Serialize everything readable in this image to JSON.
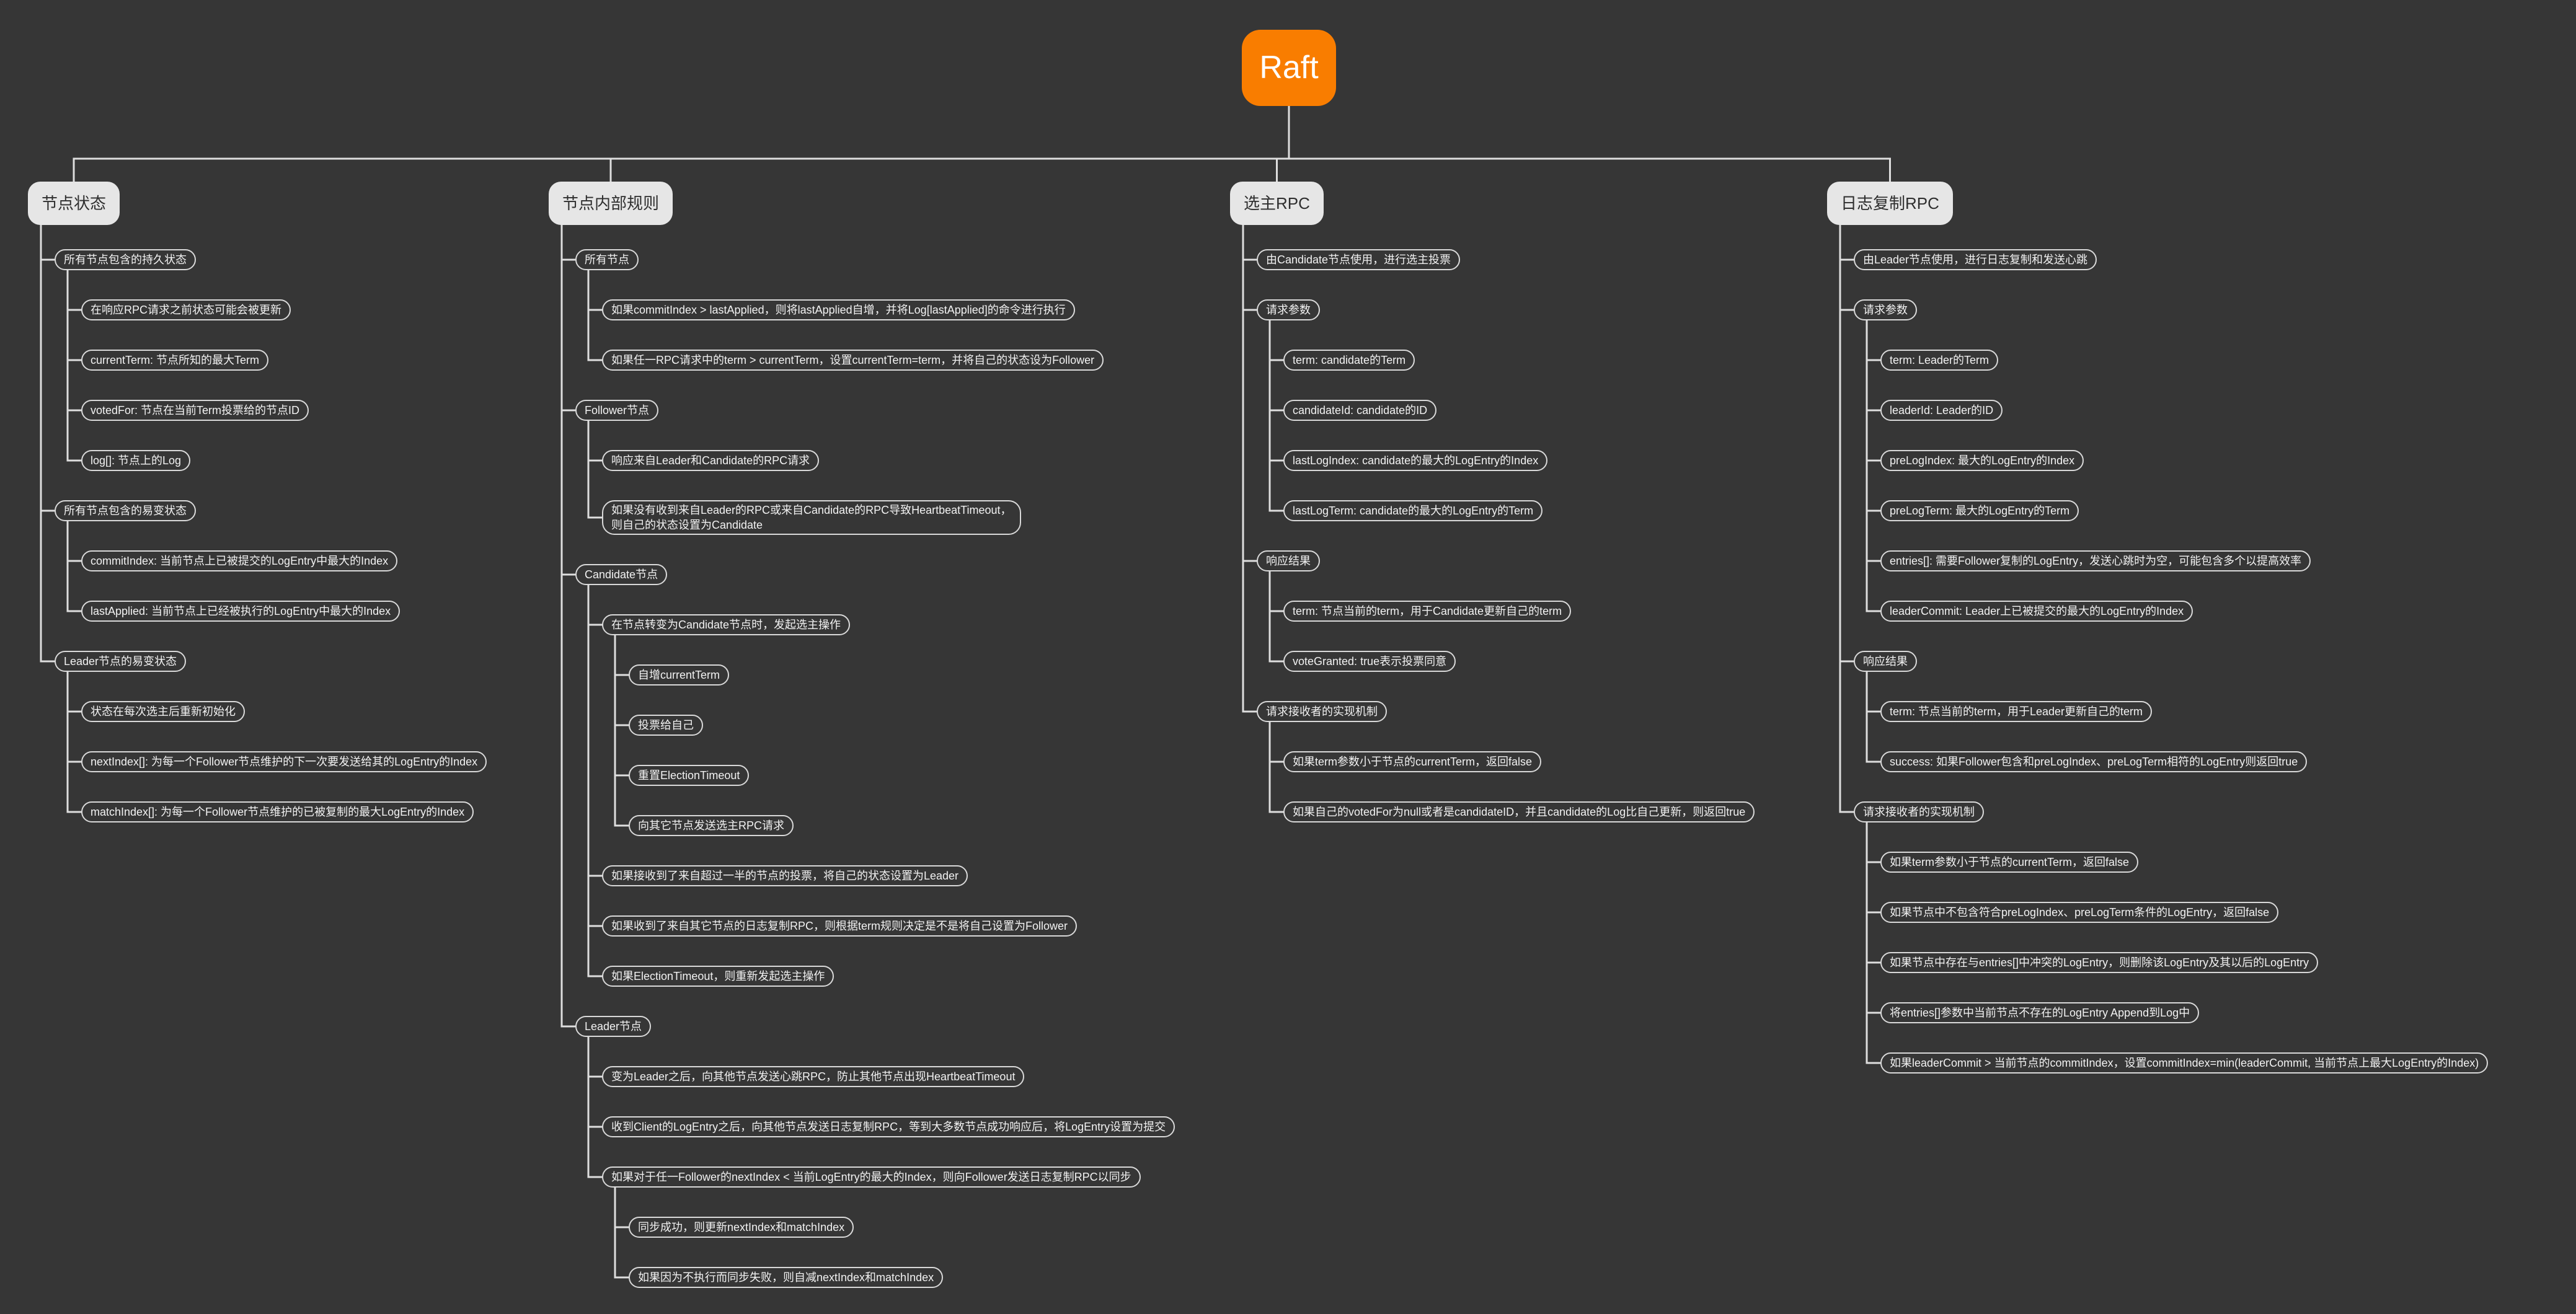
{
  "colors": {
    "background": "#363636",
    "root_fill": "#f97d00",
    "main_topic_fill": "#e6e6e6",
    "connector": "#dedede"
  },
  "root": {
    "label": "Raft"
  },
  "branches": [
    {
      "label": "节点状态",
      "children": [
        {
          "label": "所有节点包含的持久状态",
          "children": [
            {
              "label": "在响应RPC请求之前状态可能会被更新"
            },
            {
              "label": "currentTerm: 节点所知的最大Term"
            },
            {
              "label": "votedFor: 节点在当前Term投票给的节点ID"
            },
            {
              "label": "log[]: 节点上的Log"
            }
          ]
        },
        {
          "label": "所有节点包含的易变状态",
          "children": [
            {
              "label": "commitIndex: 当前节点上已被提交的LogEntry中最大的Index"
            },
            {
              "label": "lastApplied: 当前节点上已经被执行的LogEntry中最大的Index"
            }
          ]
        },
        {
          "label": "Leader节点的易变状态",
          "children": [
            {
              "label": "状态在每次选主后重新初始化"
            },
            {
              "label": "nextIndex[]: 为每一个Follower节点维护的下一次要发送给其的LogEntry的Index"
            },
            {
              "label": "matchIndex[]: 为每一个Follower节点维护的已被复制的最大LogEntry的Index"
            }
          ]
        }
      ]
    },
    {
      "label": "节点内部规则",
      "children": [
        {
          "label": "所有节点",
          "children": [
            {
              "label": "如果commitIndex > lastApplied，则将lastApplied自增，并将Log[lastApplied]的命令进行执行"
            },
            {
              "label": "如果任一RPC请求中的term > currentTerm，设置currentTerm=term，并将自己的状态设为Follower"
            }
          ]
        },
        {
          "label": "Follower节点",
          "children": [
            {
              "label": "响应来自Leader和Candidate的RPC请求"
            },
            {
              "label": "如果没有收到来自Leader的RPC或来自Candidate的RPC导致HeartbeatTimeout，\n则自己的状态设置为Candidate"
            }
          ]
        },
        {
          "label": "Candidate节点",
          "children": [
            {
              "label": "在节点转变为Candidate节点时，发起选主操作",
              "children": [
                {
                  "label": "自增currentTerm"
                },
                {
                  "label": "投票给自己"
                },
                {
                  "label": "重置ElectionTimeout"
                },
                {
                  "label": "向其它节点发送选主RPC请求"
                }
              ]
            },
            {
              "label": "如果接收到了来自超过一半的节点的投票，将自己的状态设置为Leader"
            },
            {
              "label": "如果收到了来自其它节点的日志复制RPC，则根据term规则决定是不是将自己设置为Follower"
            },
            {
              "label": "如果ElectionTimeout，则重新发起选主操作"
            }
          ]
        },
        {
          "label": "Leader节点",
          "children": [
            {
              "label": "变为Leader之后，向其他节点发送心跳RPC，防止其他节点出现HeartbeatTimeout"
            },
            {
              "label": "收到Client的LogEntry之后，向其他节点发送日志复制RPC，等到大多数节点成功响应后，将LogEntry设置为提交"
            },
            {
              "label": "如果对于任一Follower的nextIndex < 当前LogEntry的最大的Index，则向Follower发送日志复制RPC以同步",
              "children": [
                {
                  "label": "同步成功，则更新nextIndex和matchIndex"
                },
                {
                  "label": "如果因为不执行而同步失败，则自减nextIndex和matchIndex"
                }
              ]
            }
          ]
        }
      ]
    },
    {
      "label": "选主RPC",
      "children": [
        {
          "label": "由Candidate节点使用，进行选主投票"
        },
        {
          "label": "请求参数",
          "children": [
            {
              "label": "term: candidate的Term"
            },
            {
              "label": "candidateId: candidate的ID"
            },
            {
              "label": "lastLogIndex: candidate的最大的LogEntry的Index"
            },
            {
              "label": "lastLogTerm: candidate的最大的LogEntry的Term"
            }
          ]
        },
        {
          "label": "响应结果",
          "children": [
            {
              "label": "term: 节点当前的term，用于Candidate更新自己的term"
            },
            {
              "label": "voteGranted: true表示投票同意"
            }
          ]
        },
        {
          "label": "请求接收者的实现机制",
          "children": [
            {
              "label": "如果term参数小于节点的currentTerm，返回false"
            },
            {
              "label": "如果自己的votedFor为null或者是candidateID，并且candidate的Log比自己更新，则返回true"
            }
          ]
        }
      ]
    },
    {
      "label": "日志复制RPC",
      "children": [
        {
          "label": "由Leader节点使用，进行日志复制和发送心跳"
        },
        {
          "label": "请求参数",
          "children": [
            {
              "label": "term: Leader的Term"
            },
            {
              "label": "leaderId: Leader的ID"
            },
            {
              "label": "preLogIndex: 最大的LogEntry的Index"
            },
            {
              "label": "preLogTerm: 最大的LogEntry的Term"
            },
            {
              "label": "entries[]: 需要Follower复制的LogEntry，发送心跳时为空，可能包含多个以提高效率"
            },
            {
              "label": "leaderCommit: Leader上已被提交的最大的LogEntry的Index"
            }
          ]
        },
        {
          "label": "响应结果",
          "children": [
            {
              "label": "term: 节点当前的term，用于Leader更新自己的term"
            },
            {
              "label": "success: 如果Follower包含和preLogIndex、preLogTerm相符的LogEntry则返回true"
            }
          ]
        },
        {
          "label": "请求接收者的实现机制",
          "children": [
            {
              "label": "如果term参数小于节点的currentTerm，返回false"
            },
            {
              "label": "如果节点中不包含符合preLogIndex、preLogTerm条件的LogEntry，返回false"
            },
            {
              "label": "如果节点中存在与entries[]中冲突的LogEntry，则删除该LogEntry及其以后的LogEntry"
            },
            {
              "label": "将entries[]参数中当前节点不存在的LogEntry Append到Log中"
            },
            {
              "label": "如果leaderCommit > 当前节点的commitIndex，设置commitIndex=min(leaderCommit, 当前节点上最大LogEntry的Index)"
            }
          ]
        }
      ]
    }
  ]
}
